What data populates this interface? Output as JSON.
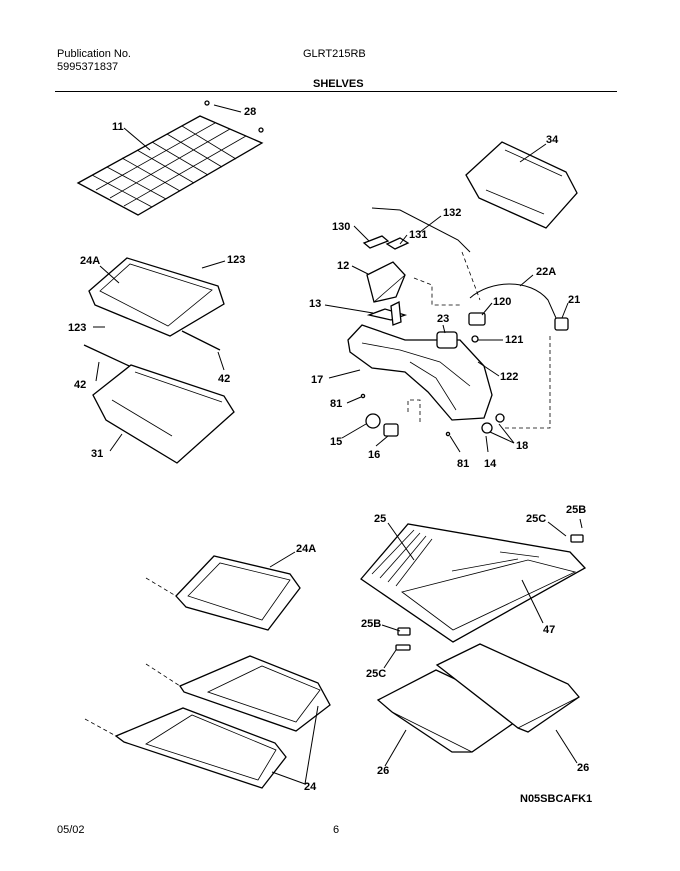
{
  "header": {
    "publication_label": "Publication No.",
    "publication_number": "5995371837",
    "model": "GLRT215RB",
    "section": "SHELVES"
  },
  "footer": {
    "date": "05/02",
    "page": "6",
    "diagram_code": "N05SBCAFK1"
  },
  "callouts": {
    "c11": "11",
    "c28": "28",
    "c34": "34",
    "c132": "132",
    "c130": "130",
    "c131": "131",
    "c12": "12",
    "c22a": "22A",
    "c120": "120",
    "c21": "21",
    "c13": "13",
    "c23": "23",
    "c121": "121",
    "c17": "17",
    "c122": "122",
    "c81a": "81",
    "c15": "15",
    "c16": "16",
    "c81b": "81",
    "c14": "14",
    "c18": "18",
    "c24a_top": "24A",
    "c123a": "123",
    "c123b": "123",
    "c42a": "42",
    "c42b": "42",
    "c31": "31",
    "c24a_low": "24A",
    "c24": "24",
    "c25": "25",
    "c25c_top": "25C",
    "c25b_top": "25B",
    "c47": "47",
    "c25b_low": "25B",
    "c25c_low": "25C",
    "c26a": "26",
    "c26b": "26"
  }
}
